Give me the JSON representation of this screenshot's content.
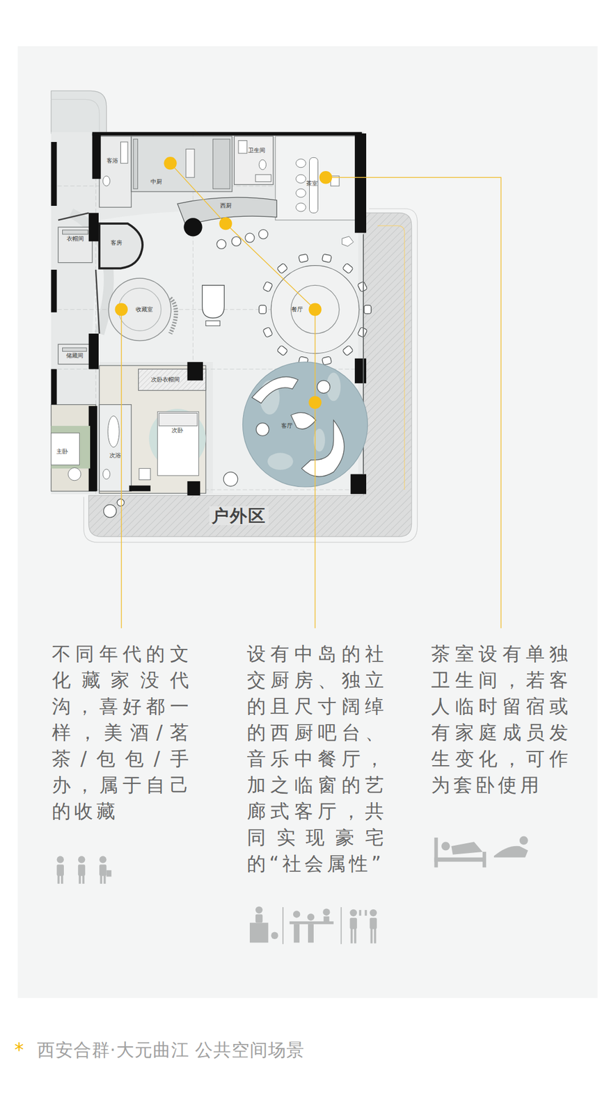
{
  "diagram": {
    "caption": "西安合群·大元曲江 公共空间场景",
    "labels": [
      "客浴",
      "中厨",
      "卫生间",
      "茶室",
      "西厨",
      "客房",
      "衣帽间",
      "收藏室",
      "餐厅",
      "储藏间",
      "次卧衣帽间",
      "主卧",
      "次浴",
      "次卧",
      "客厅",
      "户外区",
      "不同年代的文化藏家没代沟，喜好都一样，美酒/茗茶/包包/手办，属于自己的收藏",
      "设有中岛的社交厨房、独立的且尺寸阔绰的西厨吧台、音乐中餐厅，加之临窗的艺廊式客厅，共同实现豪宅的“社会属性”",
      "茶室设有单独卫生间，若客人临时留宿或有家庭成员发生变化，可作为套卧使用",
      "*"
    ]
  }
}
